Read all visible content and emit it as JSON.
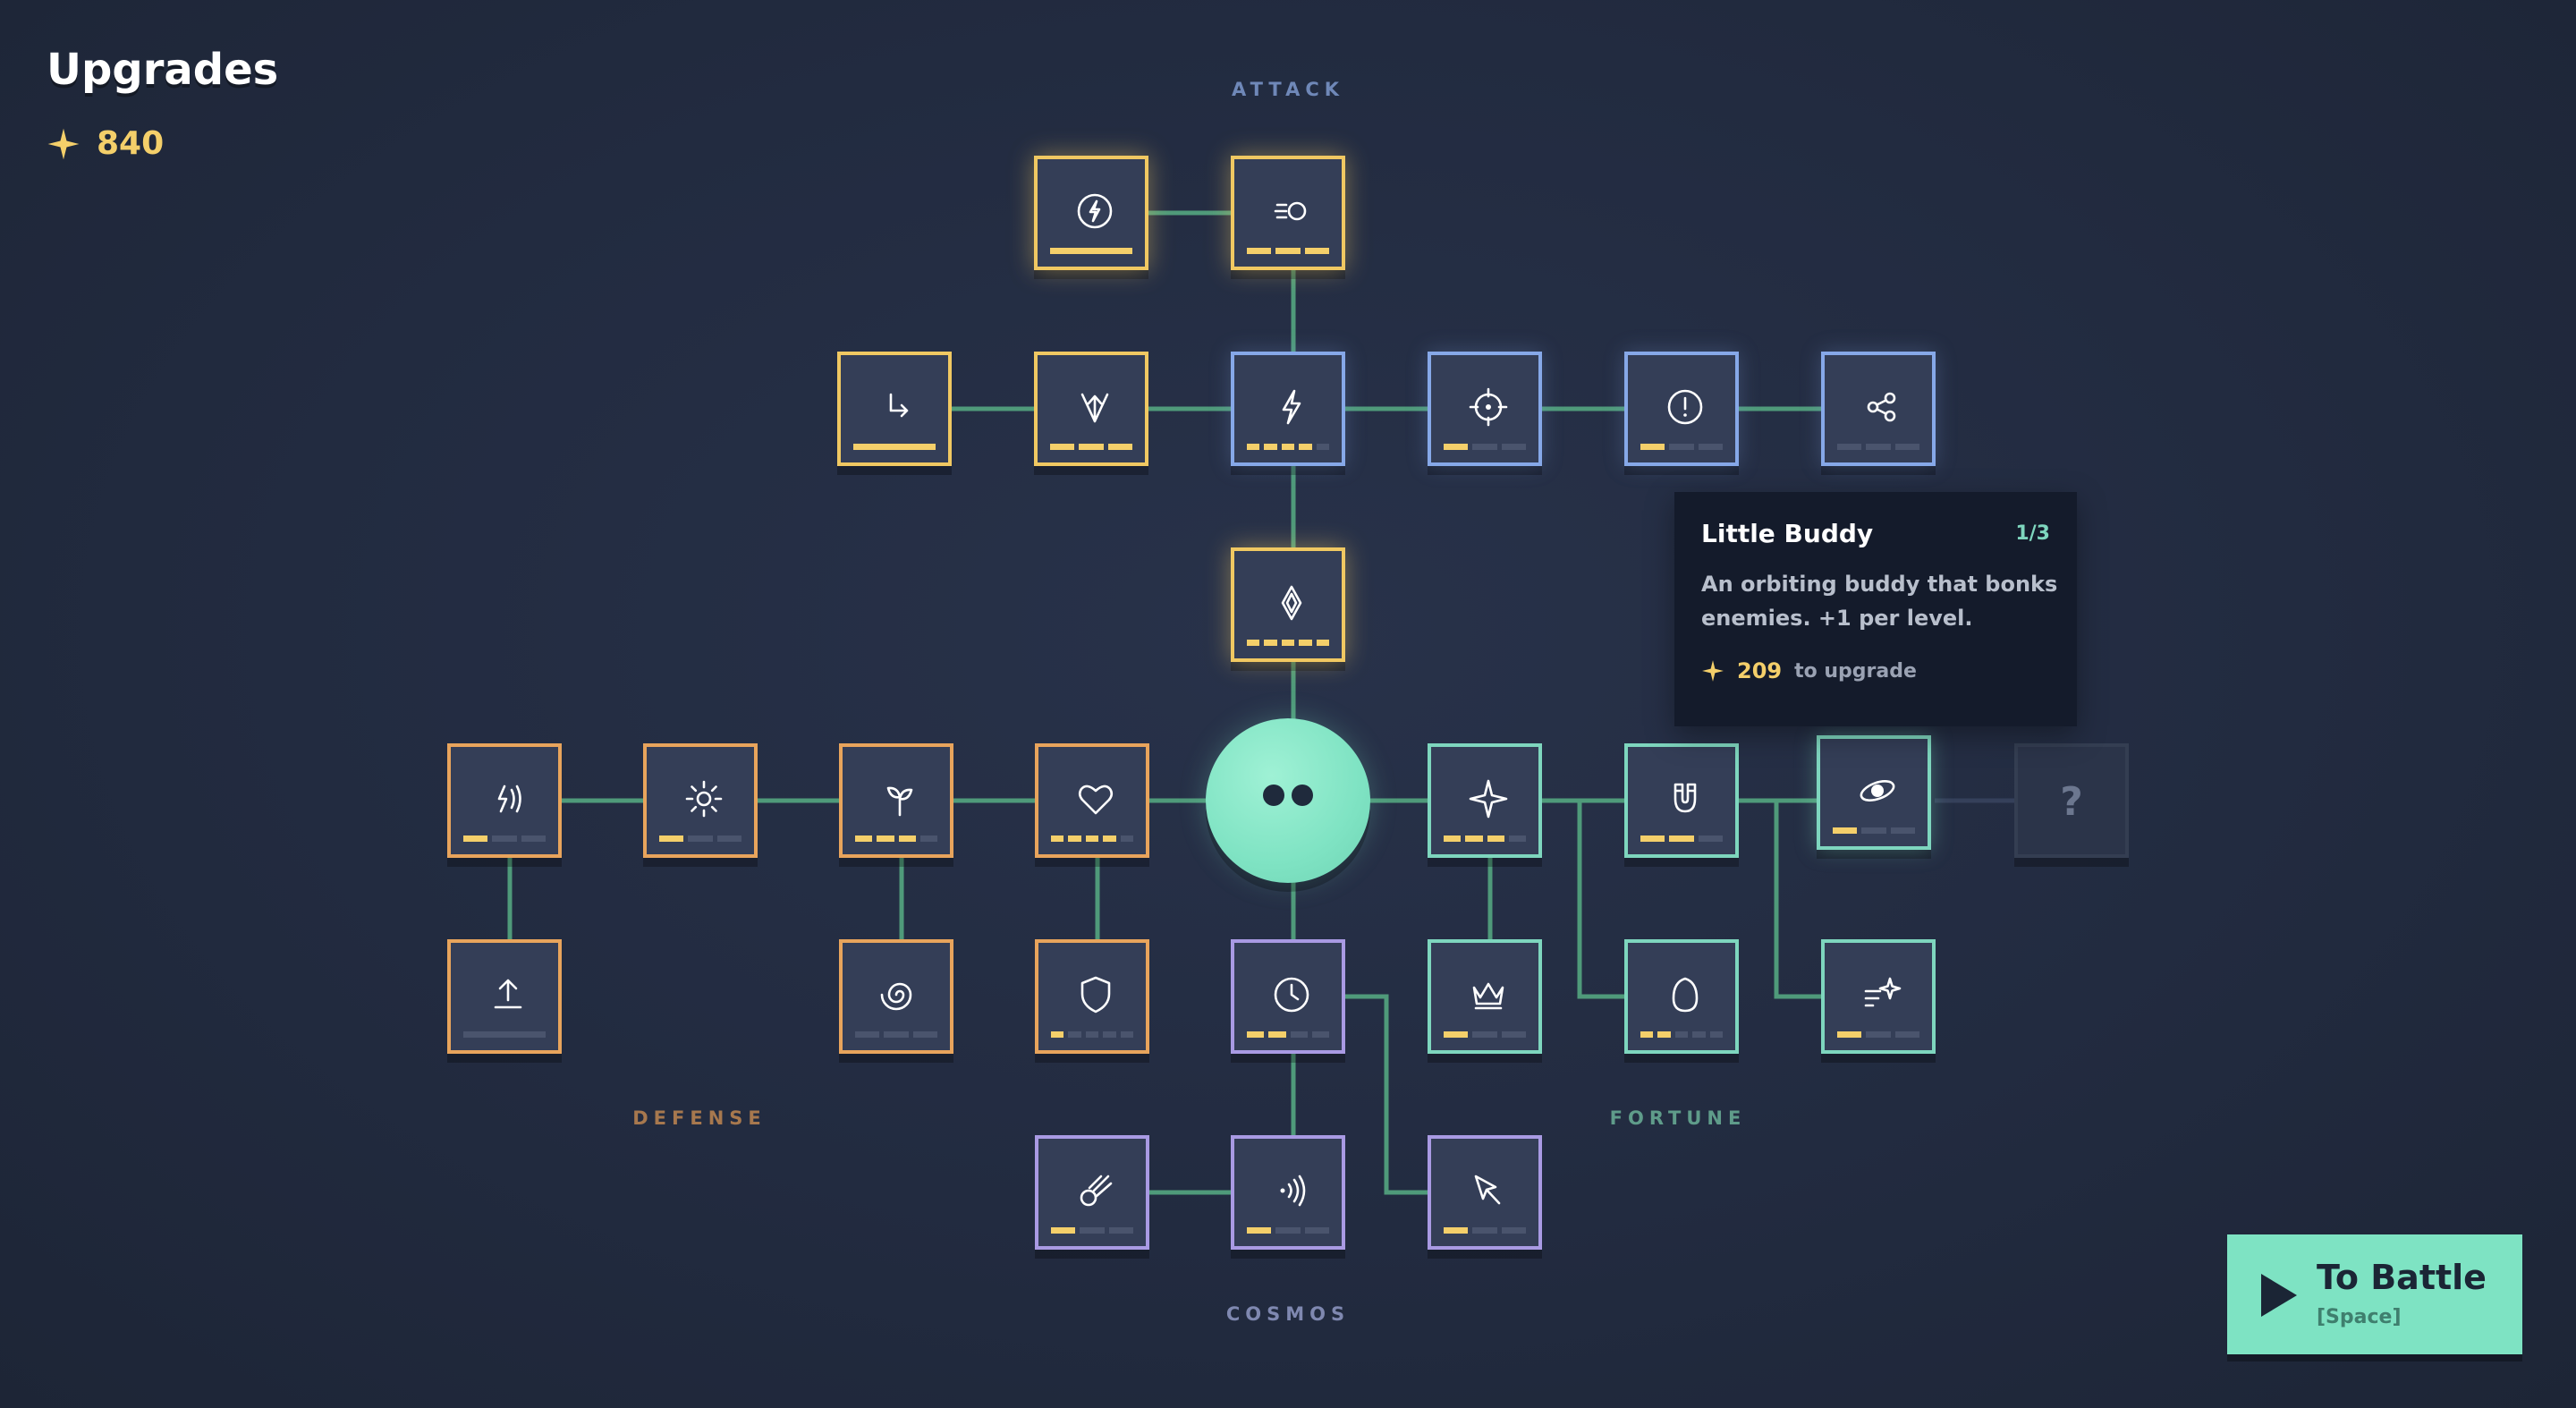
{
  "header": {
    "title": "Upgrades",
    "currency": "840",
    "currency_icon": "sparkle-icon"
  },
  "sections": {
    "attack": {
      "label": "ATTACK",
      "color": "#6f88b8"
    },
    "defense": {
      "label": "DEFENSE",
      "color": "#a7784e"
    },
    "fortune": {
      "label": "FORTUNE",
      "color": "#5f9c8a"
    },
    "cosmos": {
      "label": "COSMOS",
      "color": "#7f88b0"
    }
  },
  "colors": {
    "yellow": "#f0c862",
    "blue": "#86a8e8",
    "orange": "#e8a45c",
    "teal": "#7ed6be",
    "purple": "#a99ae3",
    "connector": "#4f9a7a",
    "pip_filled": "#f4cf6a",
    "pip_empty": "#4a546d"
  },
  "tooltip": {
    "title": "Little Buddy",
    "level": "1/3",
    "description": "An orbiting buddy that bonks enemies. +1 per level.",
    "cost": "209",
    "cost_suffix": "to upgrade"
  },
  "battle_button": {
    "label": "To Battle",
    "hint": "[Space]"
  },
  "nodes": [
    {
      "id": "lightning-circle",
      "icon": "lightning-circle-icon",
      "tier": "yellow",
      "level": 1,
      "max": 1
    },
    {
      "id": "rapid-shot",
      "icon": "rapid-shot-icon",
      "tier": "yellow",
      "level": 3,
      "max": 3
    },
    {
      "id": "ricochet",
      "icon": "ricochet-arrow-icon",
      "tier": "yellow",
      "level": 1,
      "max": 1
    },
    {
      "id": "spread-shot",
      "icon": "spread-arrow-icon",
      "tier": "yellow",
      "level": 3,
      "max": 3
    },
    {
      "id": "power",
      "icon": "bolt-icon",
      "tier": "blue",
      "level": 4,
      "max": 5
    },
    {
      "id": "crosshair",
      "icon": "crosshair-icon",
      "tier": "blue",
      "level": 1,
      "max": 3
    },
    {
      "id": "critical",
      "icon": "alert-circle-icon",
      "tier": "blue",
      "level": 1,
      "max": 3
    },
    {
      "id": "chain",
      "icon": "share-nodes-icon",
      "tier": "blue",
      "level": 0,
      "max": 3
    },
    {
      "id": "crystal",
      "icon": "diamond-icon",
      "tier": "yellow",
      "level": 5,
      "max": 5
    },
    {
      "id": "shockwave",
      "icon": "sound-wave-icon",
      "tier": "orange",
      "level": 1,
      "max": 3
    },
    {
      "id": "sunlight",
      "icon": "sun-icon",
      "tier": "orange",
      "level": 1,
      "max": 3
    },
    {
      "id": "regrowth",
      "icon": "sprout-icon",
      "tier": "orange",
      "level": 3,
      "max": 4
    },
    {
      "id": "health",
      "icon": "heart-icon",
      "tier": "orange",
      "level": 4,
      "max": 5
    },
    {
      "id": "sparkle",
      "icon": "sparkle-icon",
      "tier": "teal",
      "level": 3,
      "max": 4
    },
    {
      "id": "magnet",
      "icon": "magnet-icon",
      "tier": "teal",
      "level": 2,
      "max": 3
    },
    {
      "id": "little-buddy",
      "icon": "orbit-icon",
      "tier": "teal",
      "level": 1,
      "max": 3
    },
    {
      "id": "locked",
      "icon": "question-icon",
      "tier": "locked",
      "level": 0,
      "max": 0
    },
    {
      "id": "upload",
      "icon": "upload-icon",
      "tier": "orange",
      "level": 0,
      "max": 1
    },
    {
      "id": "vortex",
      "icon": "spiral-icon",
      "tier": "orange",
      "level": 0,
      "max": 3
    },
    {
      "id": "shield",
      "icon": "shield-icon",
      "tier": "orange",
      "level": 1,
      "max": 5
    },
    {
      "id": "time",
      "icon": "clock-icon",
      "tier": "purple",
      "level": 2,
      "max": 4
    },
    {
      "id": "crown",
      "icon": "crown-icon",
      "tier": "teal",
      "level": 1,
      "max": 3
    },
    {
      "id": "egg",
      "icon": "egg-icon",
      "tier": "teal",
      "level": 2,
      "max": 5
    },
    {
      "id": "wish",
      "icon": "star-list-icon",
      "tier": "teal",
      "level": 1,
      "max": 3
    },
    {
      "id": "meteor",
      "icon": "meteor-icon",
      "tier": "purple",
      "level": 1,
      "max": 3
    },
    {
      "id": "pulse",
      "icon": "broadcast-icon",
      "tier": "purple",
      "level": 1,
      "max": 3
    },
    {
      "id": "cursor",
      "icon": "cursor-icon",
      "tier": "purple",
      "level": 1,
      "max": 3
    }
  ]
}
